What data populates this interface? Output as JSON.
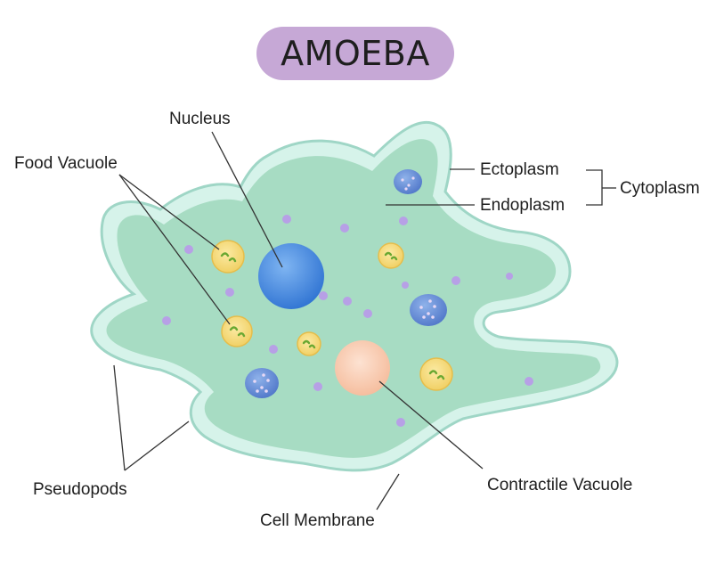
{
  "title": "AMOEBA",
  "labels": {
    "nucleus": "Nucleus",
    "food_vacuole": "Food Vacuole",
    "ectoplasm": "Ectoplasm",
    "endoplasm": "Endoplasm",
    "cytoplasm": "Cytoplasm",
    "pseudopods": "Pseudopods",
    "contractile_vacuole": "Contractile Vacuole",
    "cell_membrane": "Cell Membrane"
  },
  "colors": {
    "title_pill": "#c6a8d6",
    "ectoplasm": "#d6f3ea",
    "ectoplasm_edge": "#9fd6c6",
    "endoplasm": "#a7dcc3",
    "nucleus": "#3f86e0",
    "food_vacuole": "#f4d976",
    "contractile_vacuole": "#f8c8ad",
    "granule": "#b7a0e6",
    "leader_line": "#333333"
  }
}
